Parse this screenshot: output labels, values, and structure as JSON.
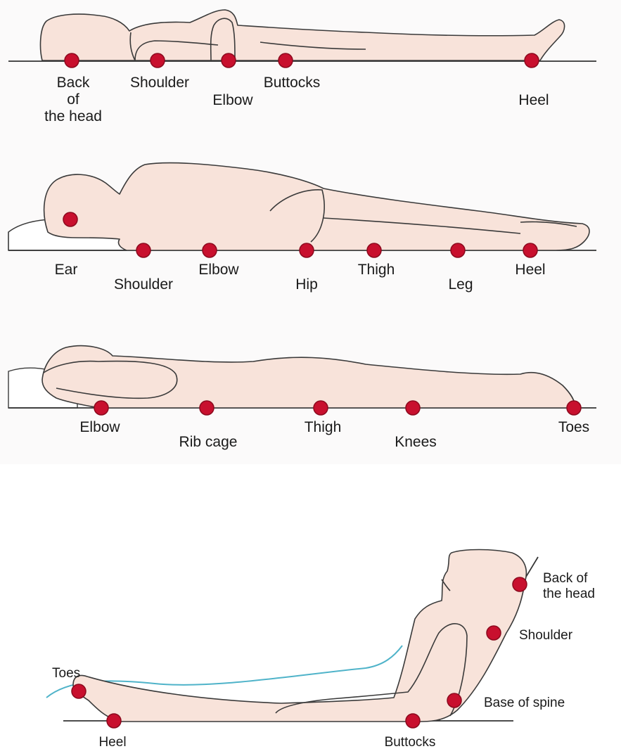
{
  "colors": {
    "skin": "#f8e3da",
    "outline": "#3a3a3a",
    "marker": "#c8102e",
    "marker_border": "#8c0a1e",
    "water": "#4fb3c9",
    "surface": "#333333"
  },
  "supine": {
    "back_of_head": "Back\nof\nthe head",
    "shoulder": "Shoulder",
    "elbow": "Elbow",
    "buttocks": "Buttocks",
    "heel": "Heel"
  },
  "side_lying": {
    "ear": "Ear",
    "shoulder": "Shoulder",
    "elbow": "Elbow",
    "hip": "Hip",
    "thigh": "Thigh",
    "leg": "Leg",
    "heel": "Heel"
  },
  "prone": {
    "elbow": "Elbow",
    "rib_cage": "Rib cage",
    "thigh": "Thigh",
    "knees": "Knees",
    "toes": "Toes"
  },
  "seated": {
    "back_of_head": "Back of\nthe head",
    "shoulder": "Shoulder",
    "toes": "Toes",
    "base_of_spine": "Base of spine",
    "heel": "Heel",
    "buttocks": "Buttocks"
  }
}
